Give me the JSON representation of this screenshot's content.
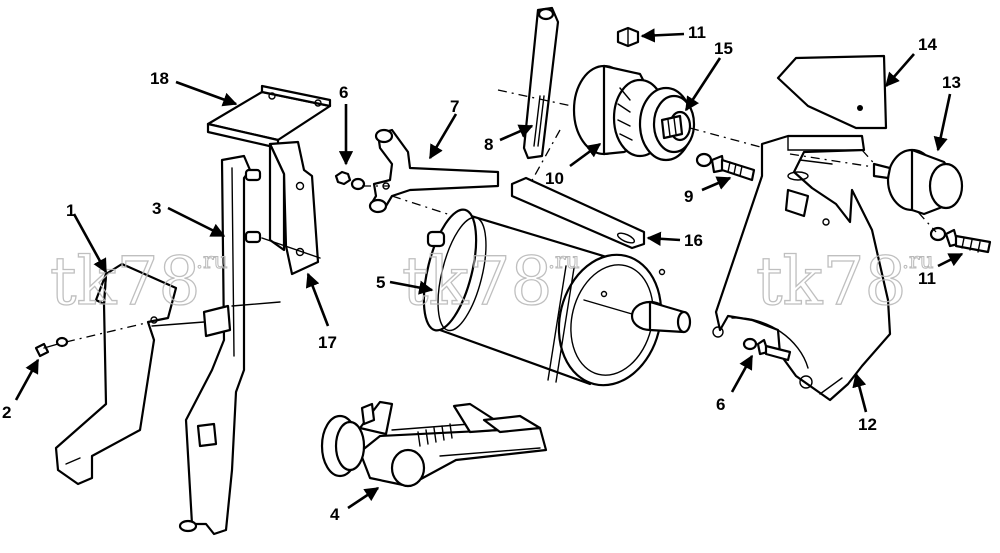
{
  "diagram": {
    "callouts": [
      {
        "id": "c1",
        "label": "1"
      },
      {
        "id": "c2",
        "label": "2"
      },
      {
        "id": "c3",
        "label": "3"
      },
      {
        "id": "c4",
        "label": "4"
      },
      {
        "id": "c5",
        "label": "5"
      },
      {
        "id": "c6a",
        "label": "6"
      },
      {
        "id": "c6b",
        "label": "6"
      },
      {
        "id": "c7",
        "label": "7"
      },
      {
        "id": "c8",
        "label": "8"
      },
      {
        "id": "c9",
        "label": "9"
      },
      {
        "id": "c10",
        "label": "10"
      },
      {
        "id": "c11a",
        "label": "11"
      },
      {
        "id": "c11b",
        "label": "11"
      },
      {
        "id": "c12",
        "label": "12"
      },
      {
        "id": "c13",
        "label": "13"
      },
      {
        "id": "c14",
        "label": "14"
      },
      {
        "id": "c15",
        "label": "15"
      },
      {
        "id": "c16",
        "label": "16"
      },
      {
        "id": "c17",
        "label": "17"
      },
      {
        "id": "c18",
        "label": "18"
      }
    ],
    "watermark": {
      "main": "tk78",
      "suffix": ".ru"
    },
    "colors": {
      "ink": "#000000",
      "paper": "#ffffff",
      "watermark": "#b9b9b9"
    }
  }
}
